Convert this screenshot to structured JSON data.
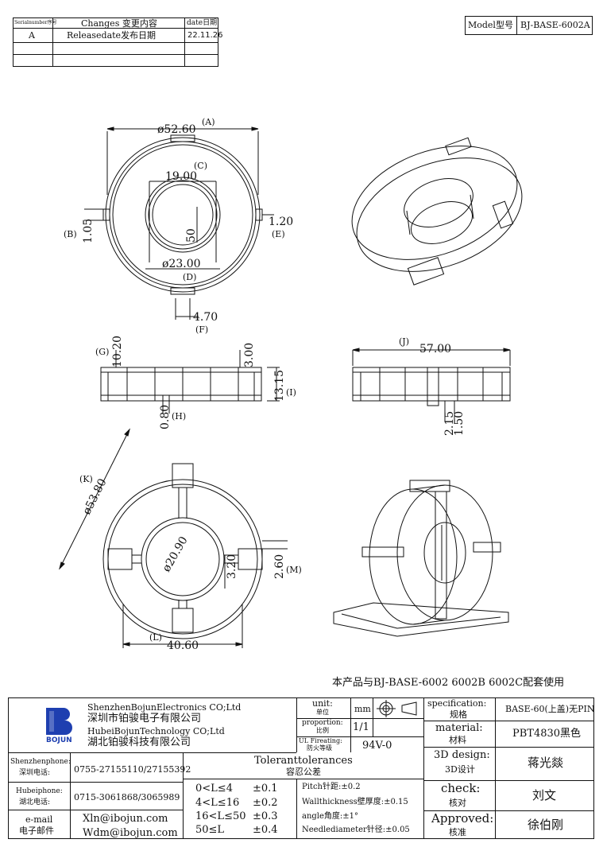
{
  "revision_table": {
    "headers": [
      "Serialnumber序号",
      "Changes 变更内容",
      "date日期"
    ],
    "rows": [
      {
        "serial": "A",
        "change": "Releasedate发布日期",
        "date": "22.11.26"
      }
    ]
  },
  "model": {
    "label": "Model型号",
    "value": "BJ-BASE-6002A"
  },
  "dimensions": {
    "top_view": {
      "outer_dia": "ø52.60",
      "outer_tag": "(A)",
      "inner_label": "19.00",
      "inner_tag": "(C)",
      "inner_dia": "ø23.00",
      "inner_dia_tag": "(D)",
      "rib": "1.05",
      "rib_tag": "(B)",
      "notch": "1.20",
      "notch_tag": "(E)",
      "depth": "50",
      "tab": "4.70",
      "tab_tag": "(F)"
    },
    "front_view": {
      "g": "10.20",
      "g_tag": "(G)",
      "step": "3.00",
      "height": "13.15",
      "height_tag": "(I)",
      "h": "0.80",
      "h_tag": "(H)"
    },
    "side_view": {
      "width": "57.00",
      "width_tag": "(J)",
      "d1": "2.15",
      "d2": "1.50"
    },
    "bottom_view": {
      "diag": "ø53.80",
      "diag_tag": "(K)",
      "inner_dia": "ø20.90",
      "slot": "3.20",
      "m": "2.60",
      "m_tag": "(M)",
      "width": "40.60",
      "width_tag": "(L)"
    }
  },
  "note": "本产品与BJ-BASE-6002 6002B 6002C配套使用",
  "title_block": {
    "company_en1": "ShenzhenBojunElectronics CO;Ltd",
    "company_cn1": "深圳市铂骏电子有限公司",
    "company_en2": "HubeiBojunTechnology CO;Ltd",
    "company_cn2": "湖北铂骏科技有限公司",
    "logo_text": "BOJUN",
    "unit_label_en": "unit:",
    "unit_label_cn": "单位",
    "unit_value": "mm",
    "proportion_label_en": "proportion:",
    "proportion_label_cn": "比例",
    "proportion_value": "1/1",
    "ul_label_en": "UL Fireating:",
    "ul_label_cn": "防火等级",
    "ul_value": "94V-0",
    "spec_label_en": "specification:",
    "spec_label_cn": "规格",
    "spec_value": "BASE-60(上盖)无PIN",
    "material_label_en": "material:",
    "material_label_cn": "材料",
    "material_value": "PBT4830黑色",
    "design_label_en": "3D design:",
    "design_label_cn": "3D设计",
    "design_value": "蒋光燚",
    "check_label_en": "check:",
    "check_label_cn": "核对",
    "check_value": "刘文",
    "approved_label_en": "Approved:",
    "approved_label_cn": "核准",
    "approved_value": "徐伯刚",
    "sz_phone_label_en": "Shenzhenphone:",
    "sz_phone_label_cn": "深圳电话:",
    "sz_phone": "0755-27155110/27155392",
    "hb_phone_label_en": "Hubeiphone:",
    "hb_phone_label_cn": "湖北电话:",
    "hb_phone": "0715-3061868/3065989",
    "email_label_en": "e-mail",
    "email_label_cn": "电子邮件",
    "email1": "Xln@ibojun.com",
    "email2": "Wdm@ibojun.com",
    "tol_title_en": "Toleranttolerances",
    "tol_title_cn": "容忍公差",
    "tolerances": [
      {
        "range": "0<L≤4",
        "tol": "±0.1"
      },
      {
        "range": "4<L≤16",
        "tol": "±0.2"
      },
      {
        "range": "16<L≤50",
        "tol": "±0.3"
      },
      {
        "range": "50≤L",
        "tol": "±0.4"
      }
    ],
    "other_tol": [
      "Pitch针距:±0.2",
      "Wallthickness壁厚度:±0.15",
      "angle角度:±1°",
      "Needlediameter针径:±0.05"
    ]
  }
}
